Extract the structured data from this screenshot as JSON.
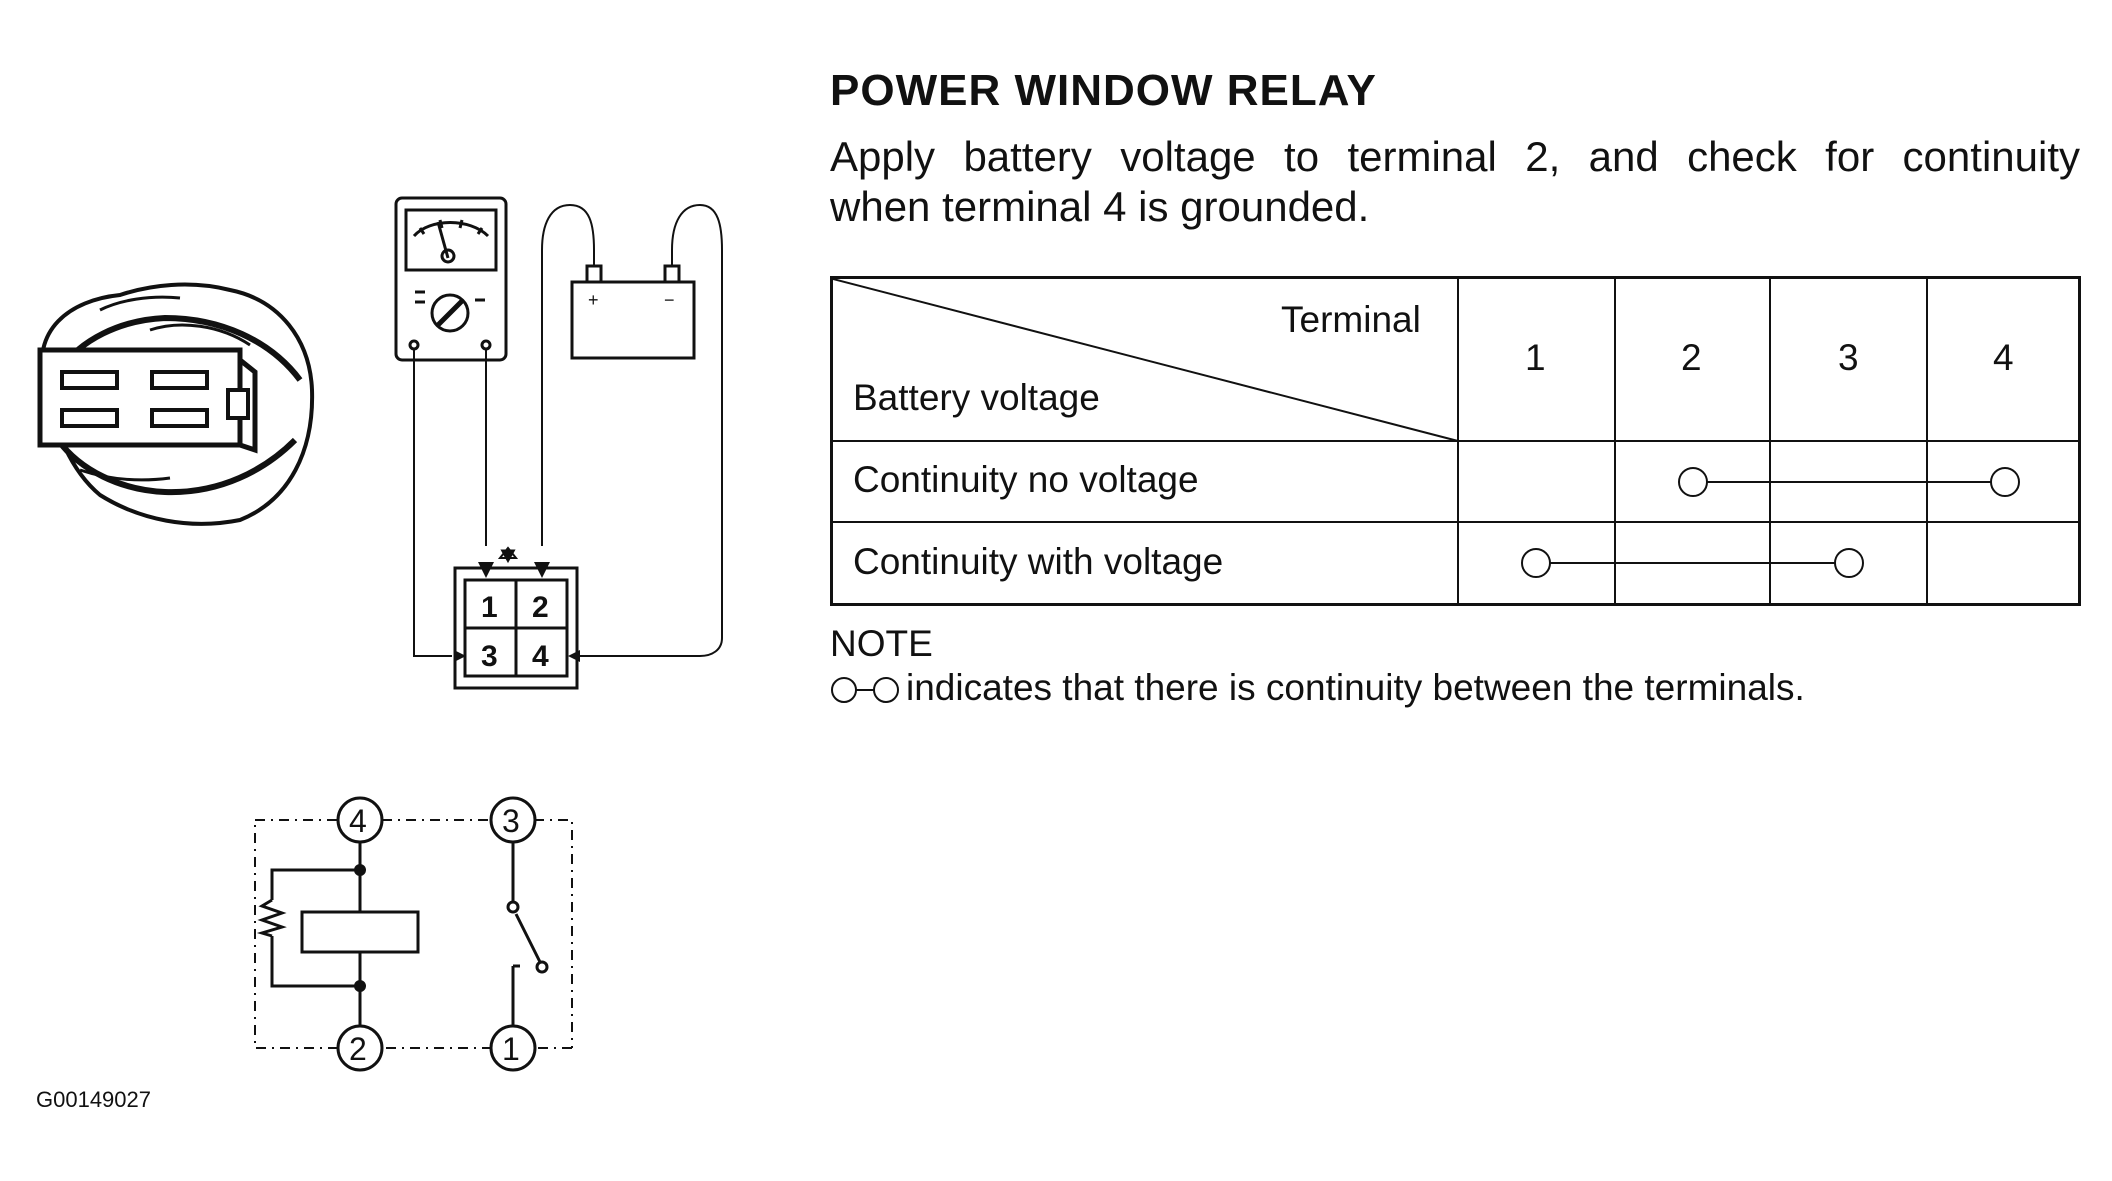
{
  "title": "POWER WINDOW RELAY",
  "instruction": {
    "line1": "Apply battery voltage to terminal 2, and check for continuity",
    "line2": "when terminal 4 is grounded."
  },
  "table": {
    "corner_top": "Terminal",
    "corner_bottom": "Battery voltage",
    "terminals": [
      "1",
      "2",
      "3",
      "4"
    ],
    "rows": [
      {
        "label": "Continuity no voltage",
        "connected": [
          "2",
          "4"
        ]
      },
      {
        "label": "Continuity with voltage",
        "connected": [
          "1",
          "3"
        ]
      }
    ]
  },
  "note": {
    "heading": "NOTE",
    "text": "indicates that there is continuity between the terminals."
  },
  "test_setup": {
    "relay_terminals": [
      "1",
      "2",
      "3",
      "4"
    ],
    "battery_plus": "+",
    "battery_minus": "−"
  },
  "schematic": {
    "terminals": [
      "4",
      "3",
      "2",
      "1"
    ]
  },
  "figure_id": "G00149027"
}
